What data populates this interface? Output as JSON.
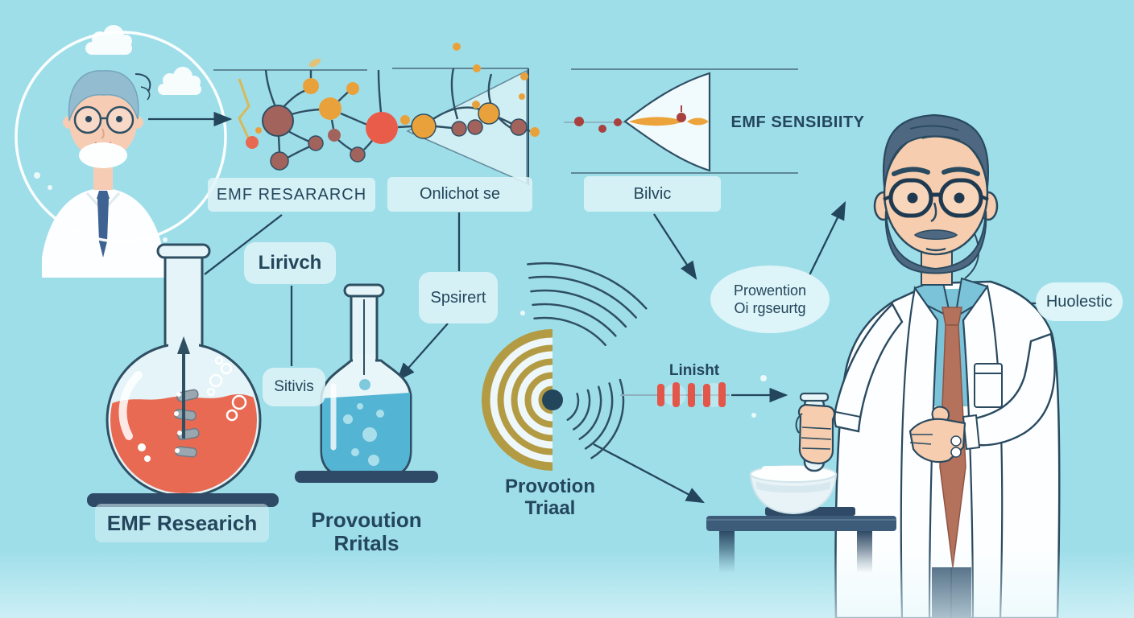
{
  "palette": {
    "background": "#9edee9",
    "label_box": "#dff4f8",
    "text_dark": "#24465c",
    "line_dark": "#2f4f63",
    "node_brown": "#a2635c",
    "node_orange": "#e9a23b",
    "node_red": "#e95c49",
    "speaker_gold": "#b39b44",
    "liquid_red": "#e96a52",
    "liquid_blue": "#54b4d4",
    "base_navy": "#2e4a66",
    "signal_red": "#e2574a",
    "skin": "#f6cdae",
    "scientist_hair": "#4d6880",
    "avatar_hair": "#93bcd1",
    "shirt_teal": "#7ac3d8",
    "tie_rust": "#b4715b",
    "coat_white": "#fcfeff"
  },
  "panels": {
    "molecule_label": "EMF RESARARCH",
    "funnel_label": "Onlichot se",
    "cone_label": "Bilvic",
    "cone_caption": "EMF SENSIBIITY"
  },
  "callouts": {
    "lirivch": "Lirivch",
    "spsirert": "Spsirert",
    "sitivis": "Sitivis",
    "prowention_line1": "Prowention",
    "prowention_line2": "Oi rgseurtg",
    "huolestic": "Huolestic",
    "linisht": "Linisht"
  },
  "captions": {
    "flask_round": "EMF Researich",
    "flask_bottle_line1": "Provoution",
    "flask_bottle_line2": "Rritals",
    "speaker_line1": "Provotion",
    "speaker_line2": "Triaal"
  }
}
